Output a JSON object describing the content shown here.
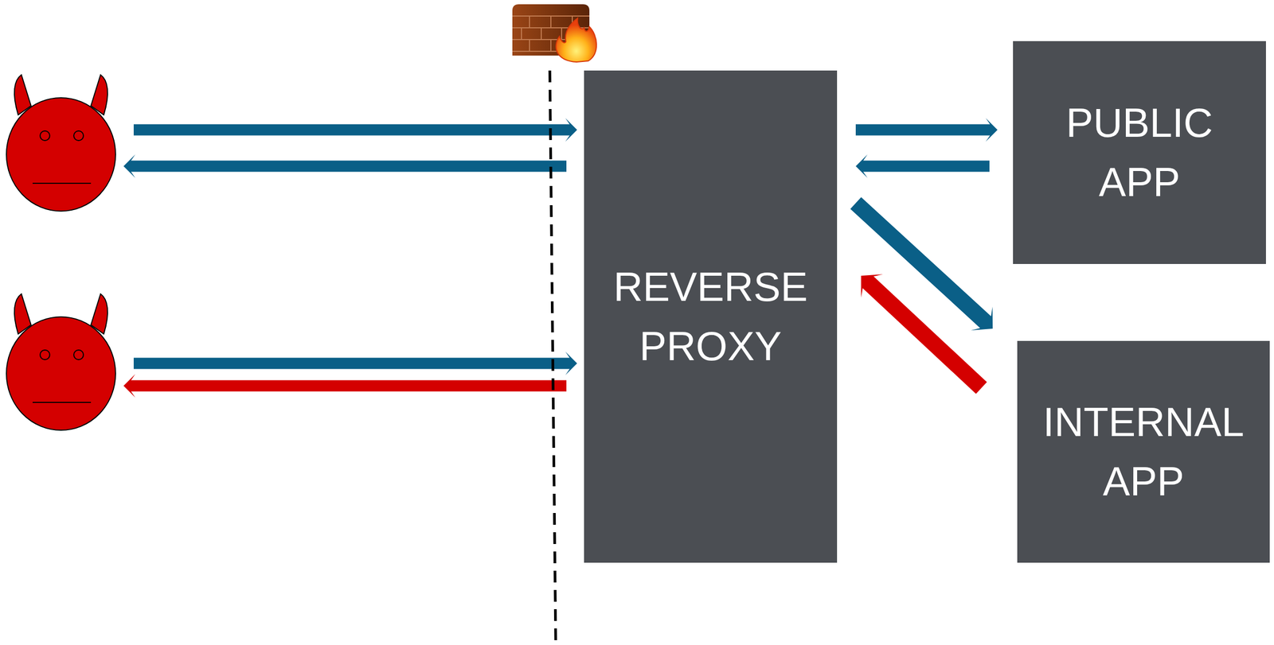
{
  "diagram": {
    "nodes": [
      {
        "text": [
          "REVERSE PROXY"
        ]
      },
      {
        "text": [
          "PUBLIC APP"
        ]
      },
      {
        "text": [
          "INTERNAL APP"
        ]
      }
    ],
    "edges": [
      {
        "from": 0,
        "to": 1,
        "arrow": "to"
      },
      {
        "from": 1,
        "to": 0,
        "arrow": "to"
      },
      {
        "from": 0,
        "to": 2,
        "arrow": "to"
      },
      {
        "from": 2,
        "to": 0,
        "arrow": "to"
      }
    ]
  }
}
